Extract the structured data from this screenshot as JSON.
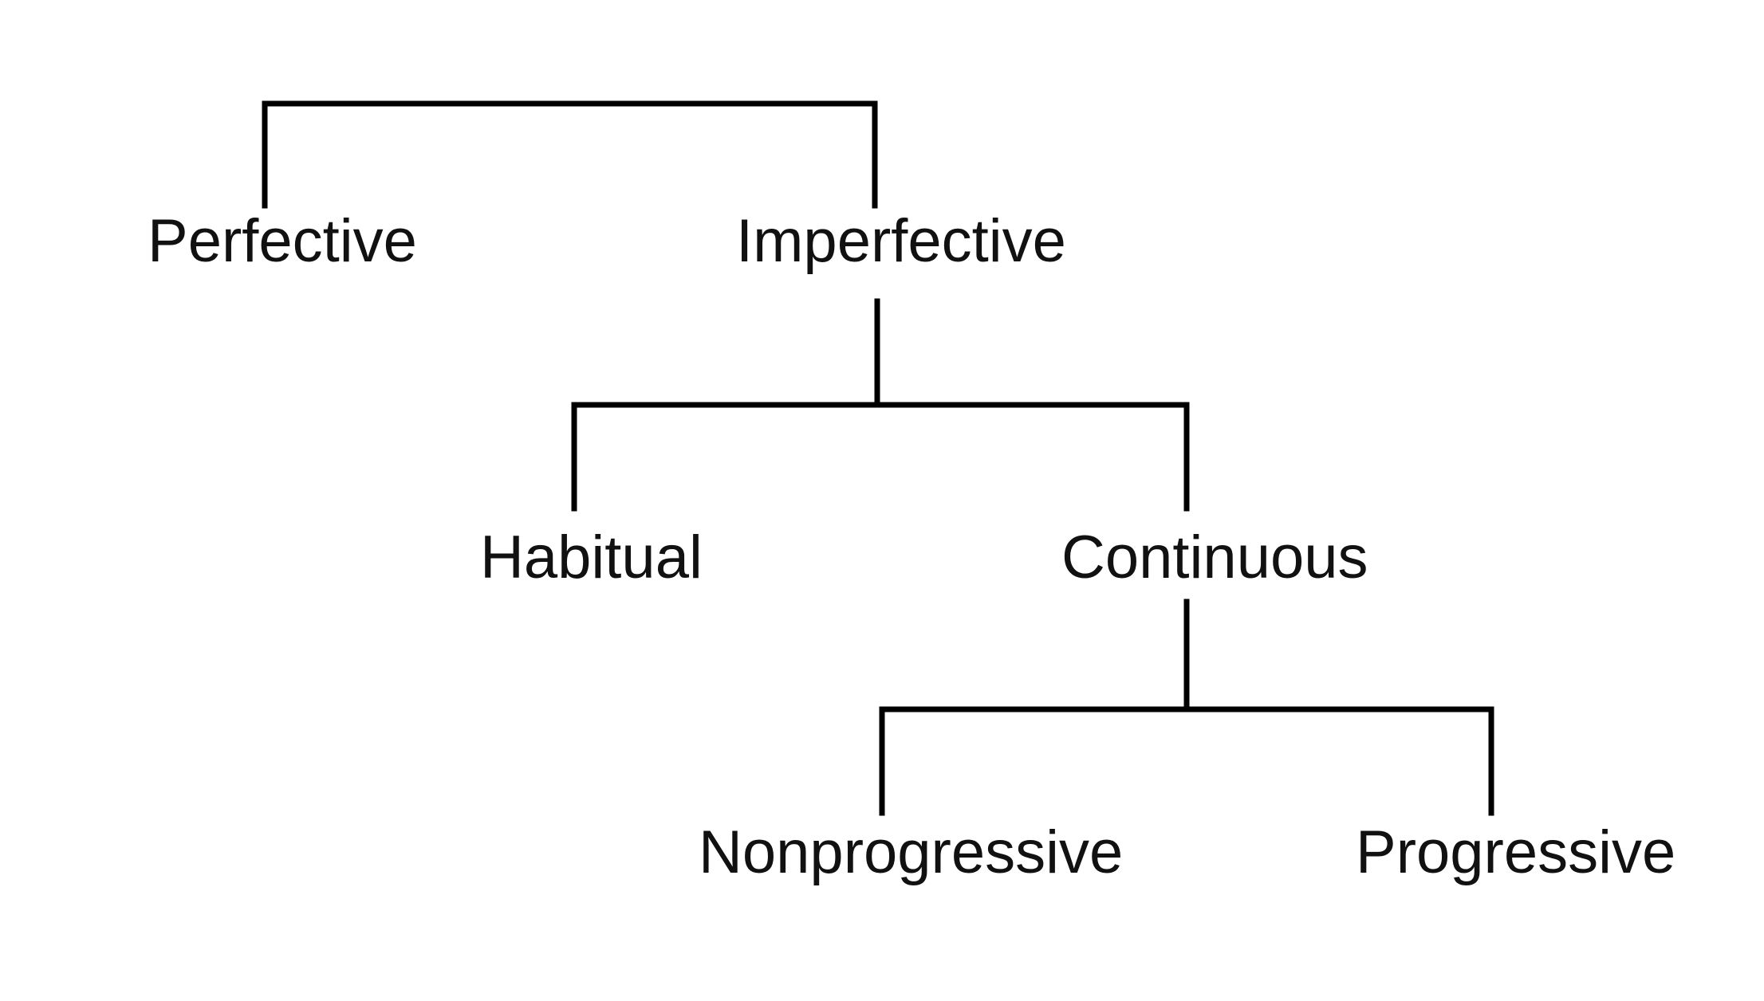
{
  "diagram": {
    "nodes": {
      "perfective": "Perfective",
      "imperfective": "Imperfective",
      "habitual": "Habitual",
      "continuous": "Continuous",
      "nonprogressive": "Nonprogressive",
      "progressive": "Progressive"
    },
    "edges": [
      [
        "root",
        "perfective"
      ],
      [
        "root",
        "imperfective"
      ],
      [
        "imperfective",
        "habitual"
      ],
      [
        "imperfective",
        "continuous"
      ],
      [
        "continuous",
        "nonprogressive"
      ],
      [
        "continuous",
        "progressive"
      ]
    ],
    "colors": {
      "line": "#000000",
      "text": "#111111",
      "background": "#ffffff"
    }
  }
}
